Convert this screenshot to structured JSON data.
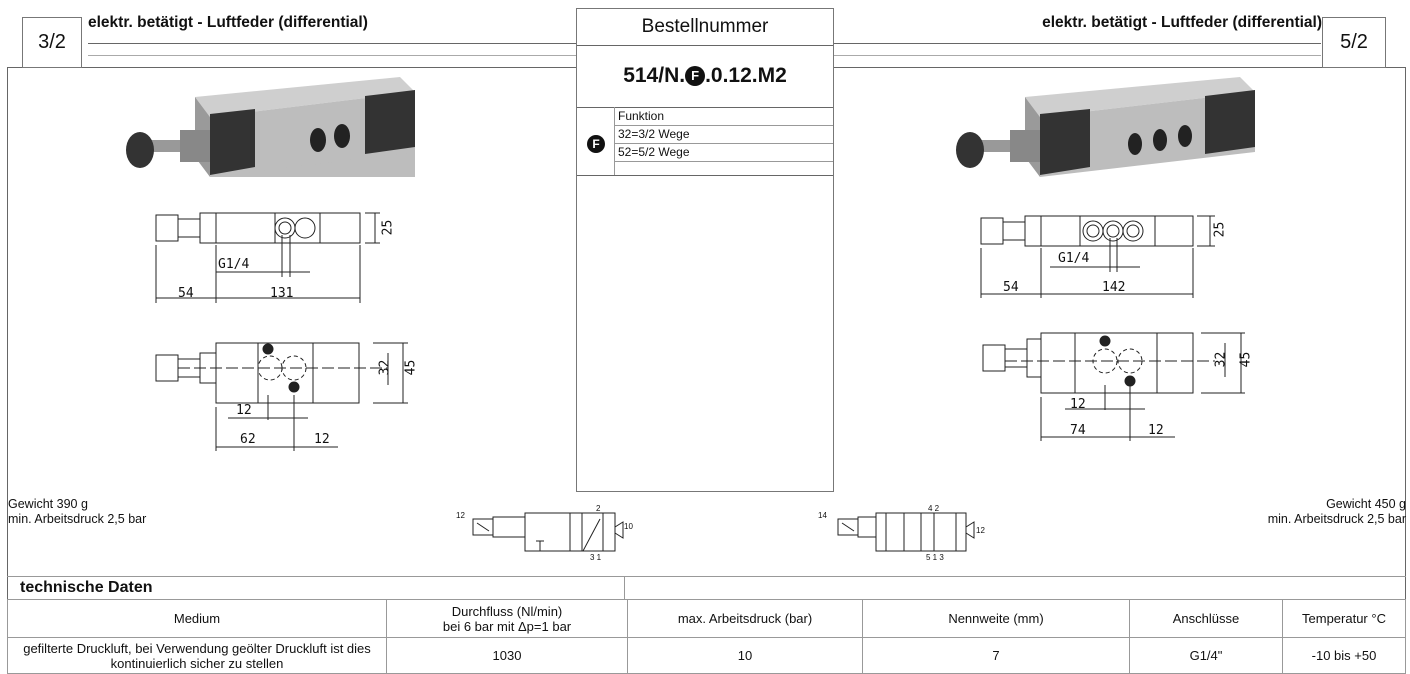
{
  "left": {
    "tab": "3/2",
    "title": "elektr. betätigt - Luftfeder (differential)",
    "weight": "Gewicht 390 g",
    "pressure": "min. Arbeitsdruck 2,5 bar",
    "dims": {
      "port": "G1/4",
      "h25": "25",
      "len54": "54",
      "len131": "131",
      "h32": "32",
      "h45": "45",
      "d12a": "12",
      "d62": "62",
      "d12b": "12"
    },
    "symbol": {
      "left_port": "12",
      "right_port": "10",
      "top": "2",
      "bottom": "3 1"
    }
  },
  "right": {
    "tab": "5/2",
    "title": "elektr. betätigt - Luftfeder (differential)",
    "weight": "Gewicht 450 g",
    "pressure": "min. Arbeitsdruck 2,5 bar",
    "dims": {
      "port": "G1/4",
      "h25": "25",
      "len54": "54",
      "len142": "142",
      "h32": "32",
      "h45": "45",
      "d12a": "12",
      "d74": "74",
      "d12b": "12"
    },
    "symbol": {
      "left_port": "14",
      "right_port": "12",
      "top": "4 2",
      "bottom": "5 1 3"
    }
  },
  "order": {
    "heading": "Bestellnummer",
    "number_prefix": "514/N.",
    "badge": "F",
    "number_suffix": ".0.12.M2",
    "function_label": "Funktion",
    "options": [
      "32=3/2 Wege",
      "52=5/2 Wege"
    ]
  },
  "tech": {
    "heading": "technische Daten",
    "headers": [
      "Medium",
      "Durchfluss (Nl/min)",
      "bei 6 bar mit Δp=1 bar",
      "max. Arbeitsdruck (bar)",
      "Nennweite (mm)",
      "Anschlüsse",
      "Temperatur °C"
    ],
    "values": [
      "gefilterte Druckluft, bei Verwendung geölter Druckluft ist dies kontinuierlich sicher zu stellen",
      "1030",
      "10",
      "7",
      "G1/4\"",
      "-10 bis +50"
    ]
  }
}
